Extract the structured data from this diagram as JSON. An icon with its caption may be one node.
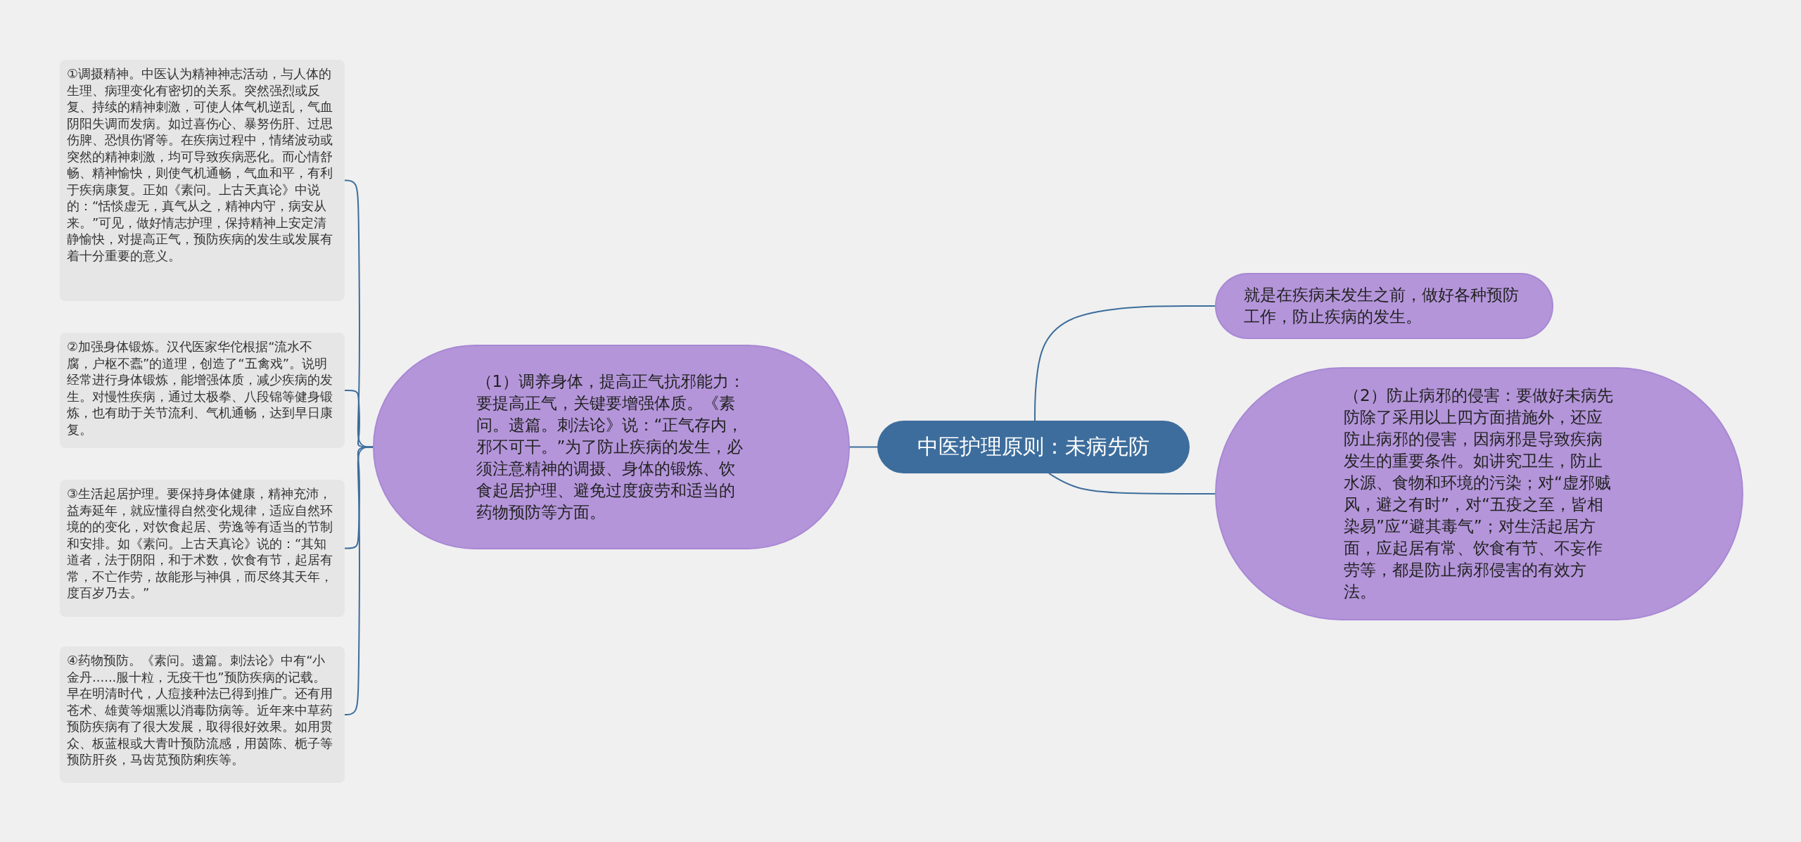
{
  "diagram": {
    "nodes": [
      {
        "text": [
          "中医护理原则：未病先防"
        ]
      },
      {
        "text": [
          "就是在疾病未发生之前，做好各种预防工作，防止疾病的发生。"
        ]
      },
      {
        "text": [
          "（2）防止病邪的侵害：要做好未病先防除了采用以上四方面措施外，还应防止病邪的侵害，因病邪是导致疾病发生的重要条件。如讲究卫生，防止水源、食物和环境的污染；对“虚邪贼风，避之有时”，对“五疫之至，皆相染易”应“避其毒气”；对生活起居方面，应起居有常、饮食有节、不妄作劳等，都是防止病邪侵害的有效方法。"
        ]
      },
      {
        "text": [
          "（1）调养身体，提高正气抗邪能力：要提高正气，关键要增强体质。《素问。遗篇。刺法论》说：“正气存内，邪不可干。”为了防止疾病的发生，必须注意精神的调摄、身体的锻炼、饮食起居护理、避免过度疲劳和适当的药物预防等方面。"
        ]
      },
      {
        "text": [
          "①调摄精神。中医认为精神神志活动，与人体的生理、病理变化有密切的关系。突然强烈或反复、持续的精神刺激，可使人体气机逆乱，气血阴阳失调而发病。如过喜伤心、暴努伤肝、过思伤脾、恐惧伤肾等。在疾病过程中，情绪波动或突然的精神刺激，均可导致疾病恶化。而心情舒畅、精神愉快，则使气机通畅，气血和平，有利于疾病康复。正如《素问。上古天真论》中说的：“恬惔虚无，真气从之，精神内守，病安从来。”可见，做好情志护理，保持精神上安定清静愉快，对提高正气，预防疾病的发生或发展有着十分重要的意义。"
        ]
      },
      {
        "text": [
          "②加强身体锻炼。汉代医家华佗根据“流水不腐，户枢不蠹”的道理，创造了“五禽戏”。说明经常进行身体锻炼，能增强体质，减少疾病的发生。对慢性疾病，通过太极拳、八段锦等健身锻炼，也有助于关节流利、气机通畅，达到早日康复。"
        ]
      },
      {
        "text": [
          "③生活起居护理。要保持身体健康，精神充沛，益寿延年，就应懂得自然变化规律，适应自然环境的的变化，对饮食起居、劳逸等有适当的节制和安排。如《素问。上古天真论》说的：“其知道者，法于阴阳，和于术数，饮食有节，起居有常，不亡作劳，故能形与神俱，而尽终其天年，度百岁乃去。”"
        ]
      },
      {
        "text": [
          "④药物预防。《素问。遗篇。刺法论》中有“小金丹......服十粒，无疫干也”预防疾病的记载。早在明清时代，人痘接种法已得到推广。还有用苍术、雄黄等烟熏以消毒防病等。近年来中草药预防疾病有了很大发展，取得很好效果。如用贯众、板蓝根或大青叶预防流感，用茵陈、栀子等预防肝炎，马齿苋预防痢疾等。"
        ]
      }
    ],
    "edges": [
      {
        "from": 0,
        "to": 1,
        "arrow": "none"
      },
      {
        "from": 0,
        "to": 2,
        "arrow": "none"
      },
      {
        "from": 0,
        "to": 3,
        "arrow": "none"
      },
      {
        "from": 3,
        "to": 4,
        "arrow": "none"
      },
      {
        "from": 3,
        "to": 5,
        "arrow": "none"
      },
      {
        "from": 3,
        "to": 6,
        "arrow": "none"
      },
      {
        "from": 3,
        "to": 7,
        "arrow": "none"
      }
    ]
  }
}
